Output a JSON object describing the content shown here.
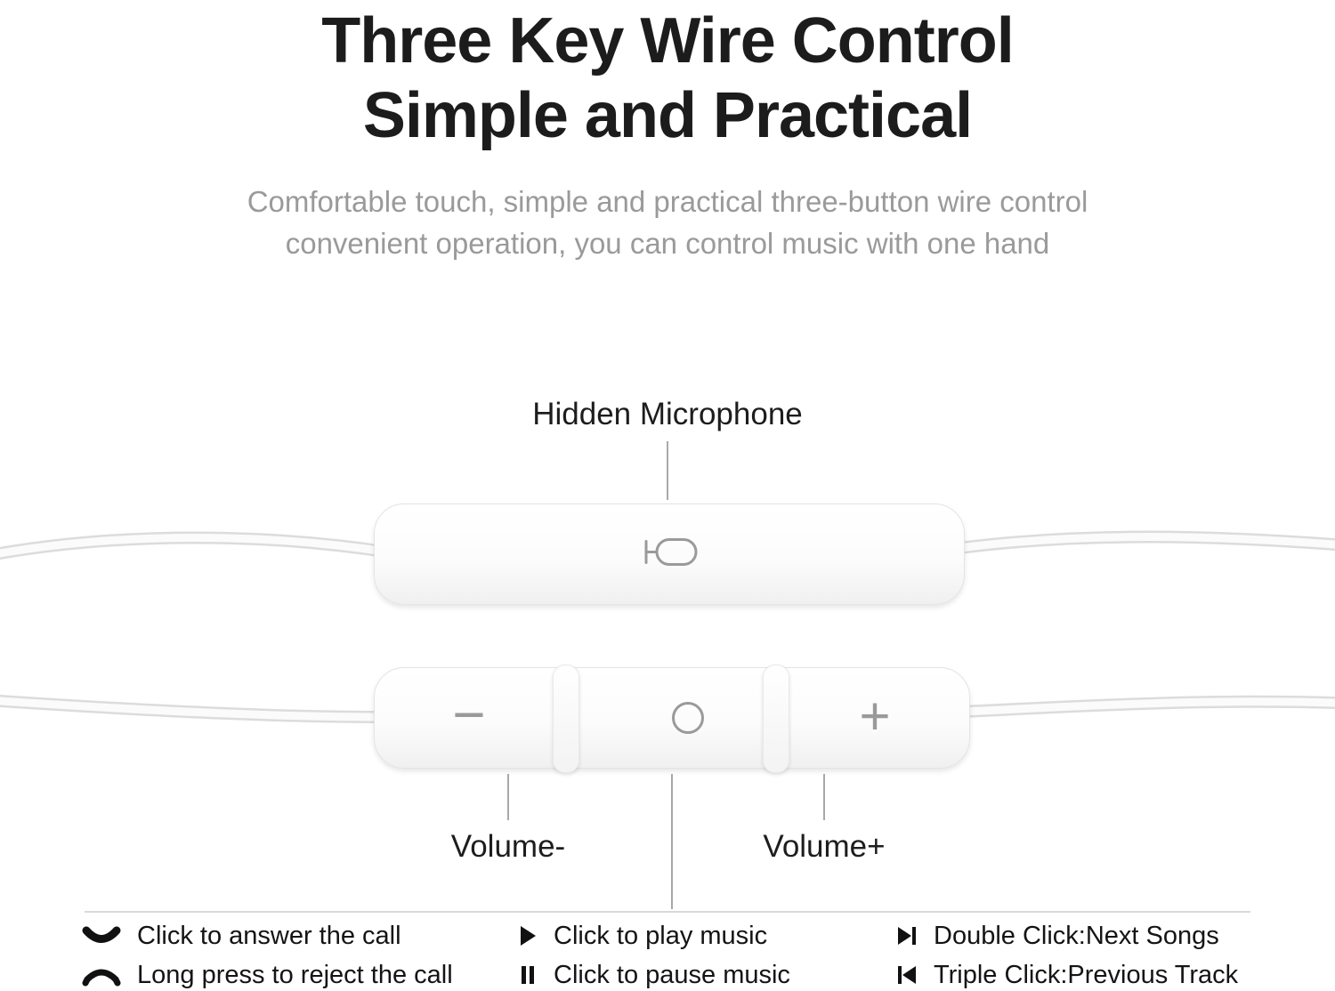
{
  "page": {
    "title_line1": "Three Key Wire Control",
    "title_line2": "Simple and Practical",
    "subtitle_line1": "Comfortable touch, simple and practical three-button wire control",
    "subtitle_line2": "convenient operation, you can control music with one hand"
  },
  "callouts": {
    "microphone": "Hidden Microphone",
    "volume_minus": "Volume-",
    "volume_plus": "Volume+"
  },
  "remote_controls": {
    "minus_symbol": "−",
    "plus_symbol": "+"
  },
  "features": {
    "columns": [
      {
        "items": [
          {
            "icon": "answer-call-icon",
            "label": "Click to answer the call"
          },
          {
            "icon": "reject-call-icon",
            "label": "Long press to reject the call"
          }
        ]
      },
      {
        "items": [
          {
            "icon": "play-icon",
            "label": "Click to play music"
          },
          {
            "icon": "pause-icon",
            "label": "Click to pause music"
          }
        ]
      },
      {
        "items": [
          {
            "icon": "next-track-icon",
            "label": "Double Click:Next Songs"
          },
          {
            "icon": "previous-track-icon",
            "label": "Triple Click:Previous Track"
          }
        ]
      }
    ]
  }
}
